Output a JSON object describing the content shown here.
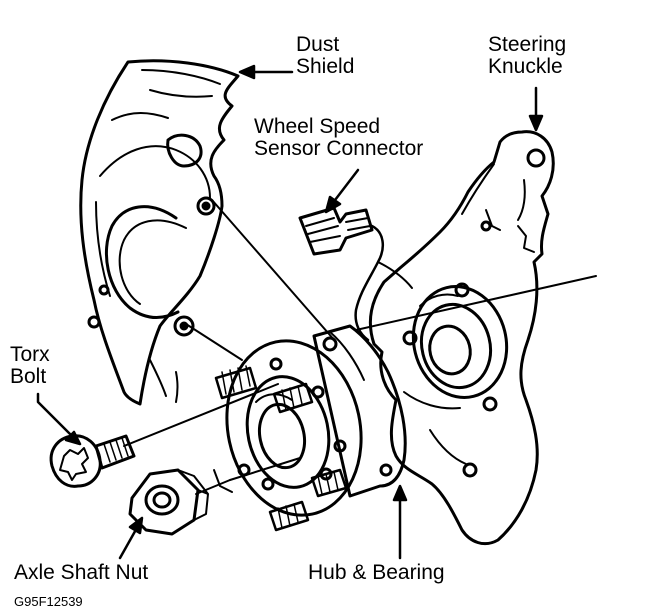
{
  "labels": {
    "dust_shield": [
      "Dust",
      "Shield"
    ],
    "steering_knuckle": [
      "Steering",
      "Knuckle"
    ],
    "wheel_speed_sensor": [
      "Wheel Speed",
      "Sensor Connector"
    ],
    "torx_bolt": [
      "Torx",
      "Bolt"
    ],
    "axle_shaft_nut": "Axle Shaft Nut",
    "hub_bearing": "Hub & Bearing"
  },
  "figure_ref": "G95F12539",
  "colors": {
    "line": "#000000",
    "background": "#ffffff"
  }
}
